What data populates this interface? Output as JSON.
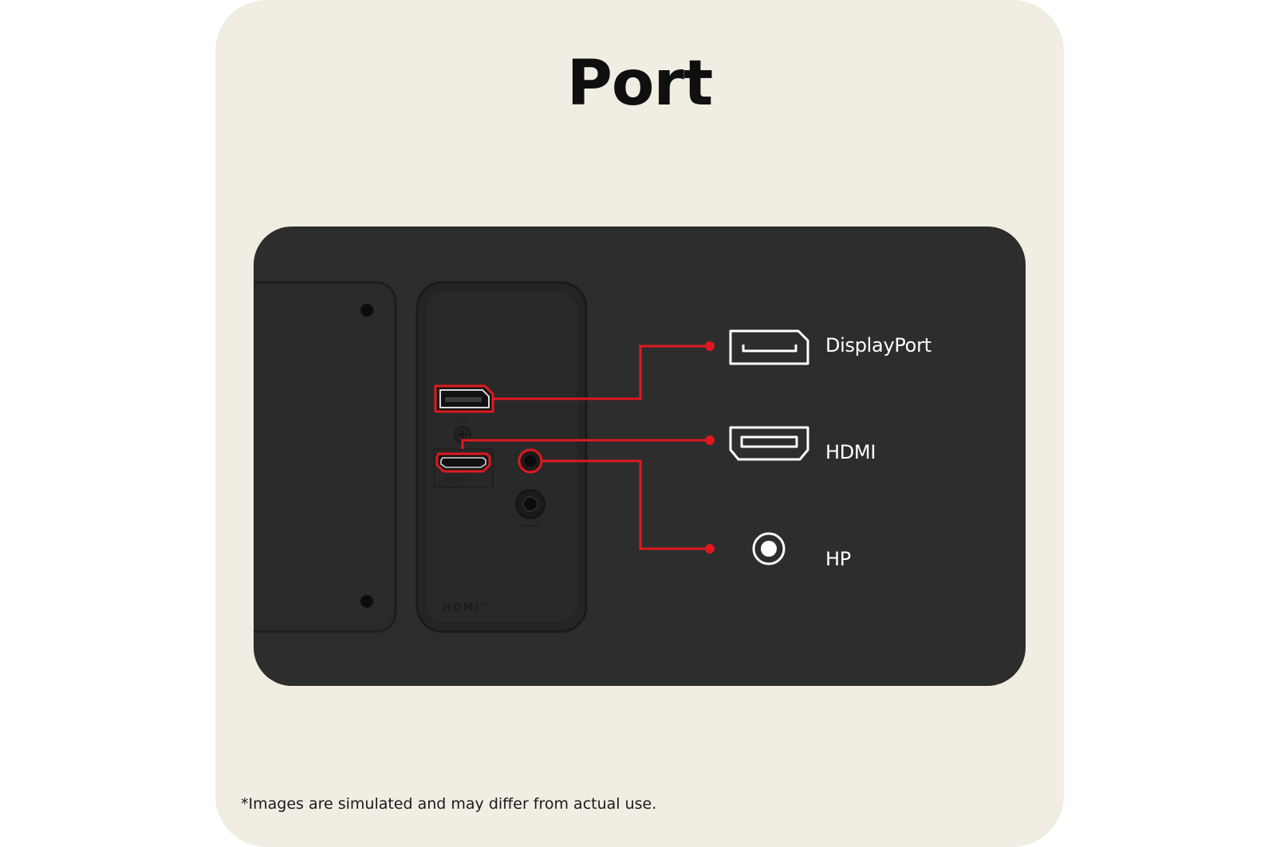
{
  "title": "Port",
  "ports": [
    {
      "id": "displayport",
      "label": "DisplayPort",
      "icon": "displayport-icon"
    },
    {
      "id": "hdmi",
      "label": "HDMI",
      "icon": "hdmi-icon"
    },
    {
      "id": "hp",
      "label": "HP",
      "icon": "headphone-jack-icon"
    }
  ],
  "panel_markings": {
    "dp": "DP",
    "hdmi": "HDMI™",
    "hdmi_logo": "HDMI™"
  },
  "disclaimer": "*Images are simulated and may differ from actual use.",
  "colors": {
    "card_background": "#f1ede3",
    "panel_background": "#2d2d2d",
    "highlight": "#e0191f",
    "icon_stroke": "#ffffff"
  }
}
